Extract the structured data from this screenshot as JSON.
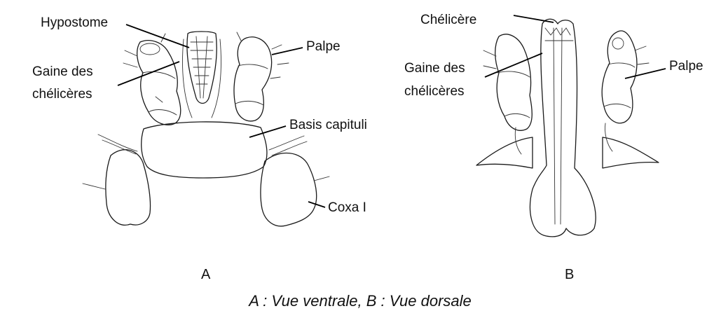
{
  "panel_a": {
    "letter": "A",
    "labels": {
      "hypostome": "Hypostome",
      "palpe": "Palpe",
      "gaine_line1": "Gaine des",
      "gaine_line2": "chélicères",
      "basis": "Basis capituli",
      "coxa": "Coxa I"
    }
  },
  "panel_b": {
    "letter": "B",
    "labels": {
      "chelicere": "Chélicère",
      "gaine_line1": "Gaine des",
      "gaine_line2": "chélicères",
      "palpe": "Palpe"
    }
  },
  "caption": "A : Vue ventrale, B : Vue dorsale"
}
